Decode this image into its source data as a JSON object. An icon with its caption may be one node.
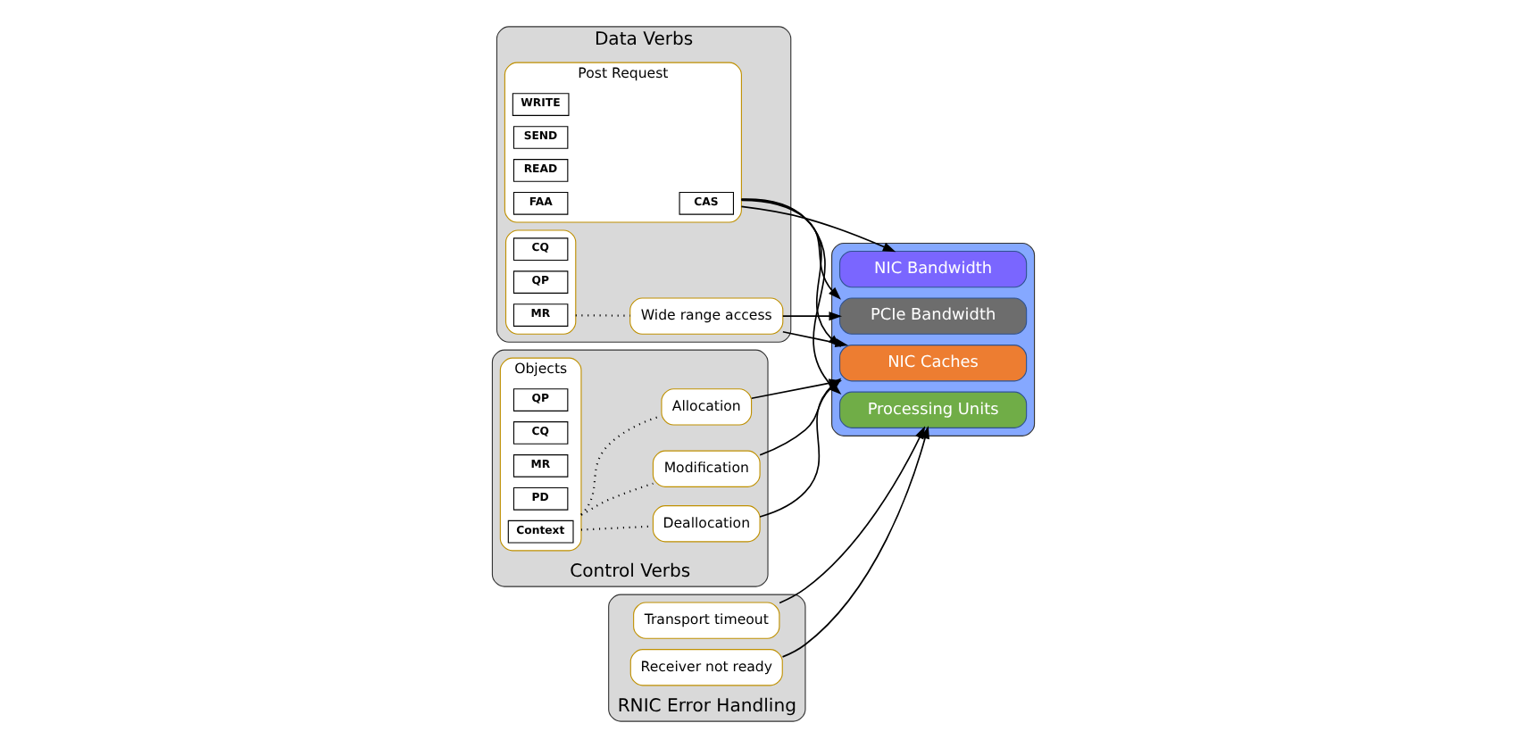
{
  "diagram": {
    "nodes": [
      {
        "text": [
          "Data Verbs"
        ]
      },
      {
        "text": [
          "Post Request"
        ],
        "in": 0
      },
      {
        "text": [
          "WRITE"
        ],
        "in": 1
      },
      {
        "text": [
          "SEND"
        ],
        "in": 1
      },
      {
        "text": [
          "READ"
        ],
        "in": 1
      },
      {
        "text": [
          "FAA"
        ],
        "in": 1
      },
      {
        "text": [
          "CAS"
        ],
        "in": 1
      },
      {
        "text": [],
        "shape": "box",
        "in": 0
      },
      {
        "text": [
          "CQ"
        ],
        "in": 7
      },
      {
        "text": [
          "QP"
        ],
        "in": 7
      },
      {
        "text": [
          "MR"
        ],
        "in": 7
      },
      {
        "text": [
          "Wide range access"
        ],
        "in": 0
      },
      {
        "text": [
          "Control Verbs"
        ]
      },
      {
        "text": [
          "Objects"
        ],
        "in": 12
      },
      {
        "text": [
          "QP"
        ],
        "in": 13
      },
      {
        "text": [
          "CQ"
        ],
        "in": 13
      },
      {
        "text": [
          "MR"
        ],
        "in": 13
      },
      {
        "text": [
          "PD"
        ],
        "in": 13
      },
      {
        "text": [
          "Context"
        ],
        "in": 13
      },
      {
        "text": [
          "Allocation"
        ],
        "in": 12
      },
      {
        "text": [
          "Deallocation"
        ],
        "in": 12
      },
      {
        "text": [
          "Modification"
        ],
        "in": 12
      },
      {
        "text": [],
        "shape": "box"
      },
      {
        "text": [
          "PCIe Bandwidth"
        ],
        "in": 22
      },
      {
        "text": [
          "NIC Bandwidth"
        ],
        "in": 22
      },
      {
        "text": [
          "NIC Caches"
        ],
        "in": 22
      },
      {
        "text": [
          "Processing Units"
        ],
        "in": 22
      },
      {
        "text": [
          "RNIC Error Handling"
        ]
      },
      {
        "text": [
          "Transport timeout"
        ],
        "in": 27
      },
      {
        "text": [
          "Receiver not ready"
        ],
        "in": 27
      }
    ],
    "edges": [
      {
        "from": 1,
        "to": 23,
        "arrow": "to"
      },
      {
        "from": 1,
        "to": 24,
        "arrow": "to"
      },
      {
        "from": 1,
        "to": 25,
        "arrow": "to"
      },
      {
        "from": 1,
        "to": 26,
        "arrow": "to"
      },
      {
        "from": 7,
        "to": 11,
        "arrow": "none",
        "style": "dashed"
      },
      {
        "from": 11,
        "to": 23,
        "arrow": "to"
      },
      {
        "from": 11,
        "to": 25,
        "arrow": "to"
      },
      {
        "from": 13,
        "to": 19,
        "arrow": "none",
        "style": "dashed"
      },
      {
        "from": 13,
        "to": 20,
        "arrow": "none",
        "style": "dashed"
      },
      {
        "from": 13,
        "to": 21,
        "arrow": "none",
        "style": "dashed"
      },
      {
        "from": 19,
        "to": 25,
        "arrow": "to"
      },
      {
        "from": 20,
        "to": 25,
        "arrow": "to"
      },
      {
        "from": 21,
        "to": 25,
        "arrow": "to"
      },
      {
        "from": 28,
        "to": 26,
        "arrow": "to"
      },
      {
        "from": 29,
        "to": 26,
        "arrow": "to"
      }
    ]
  }
}
